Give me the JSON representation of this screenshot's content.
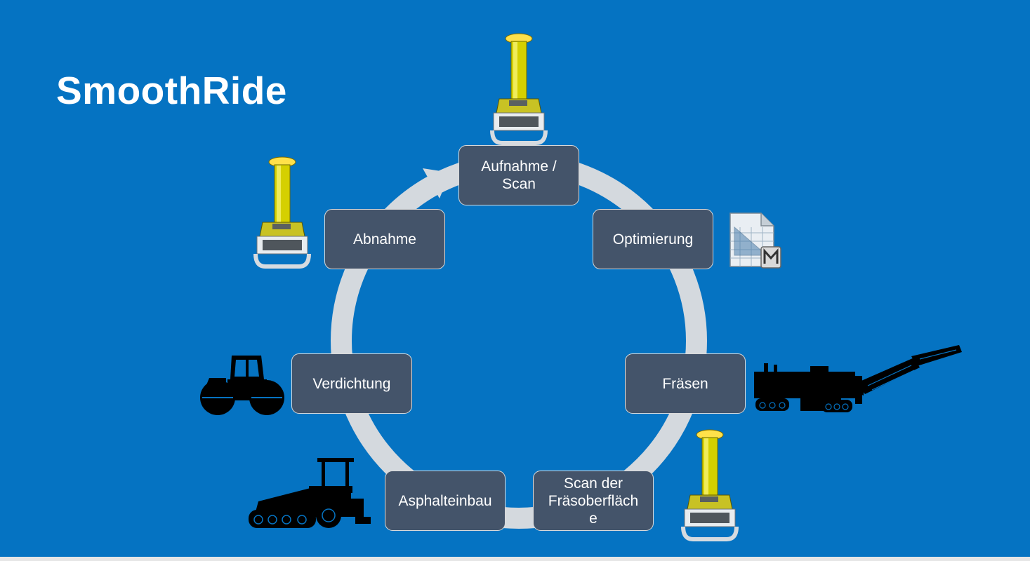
{
  "slide": {
    "title": "SmoothRide",
    "background": "#0573c2"
  },
  "cycle": {
    "ring_color": "#d4d9de",
    "node_color": "#44546a",
    "steps": [
      {
        "label": "Aufnahme /\nScan",
        "icon": "gnss-receiver-icon"
      },
      {
        "label": "Optimierung",
        "icon": "design-software-icon"
      },
      {
        "label": "Fräsen",
        "icon": "milling-machine-icon"
      },
      {
        "label": "Scan der\nFräsoberfläch\ne",
        "icon": "gnss-receiver-icon"
      },
      {
        "label": "Asphalteinbau",
        "icon": "asphalt-paver-icon"
      },
      {
        "label": "Verdichtung",
        "icon": "road-roller-icon"
      },
      {
        "label": "Abnahme",
        "icon": "gnss-receiver-icon"
      }
    ]
  }
}
